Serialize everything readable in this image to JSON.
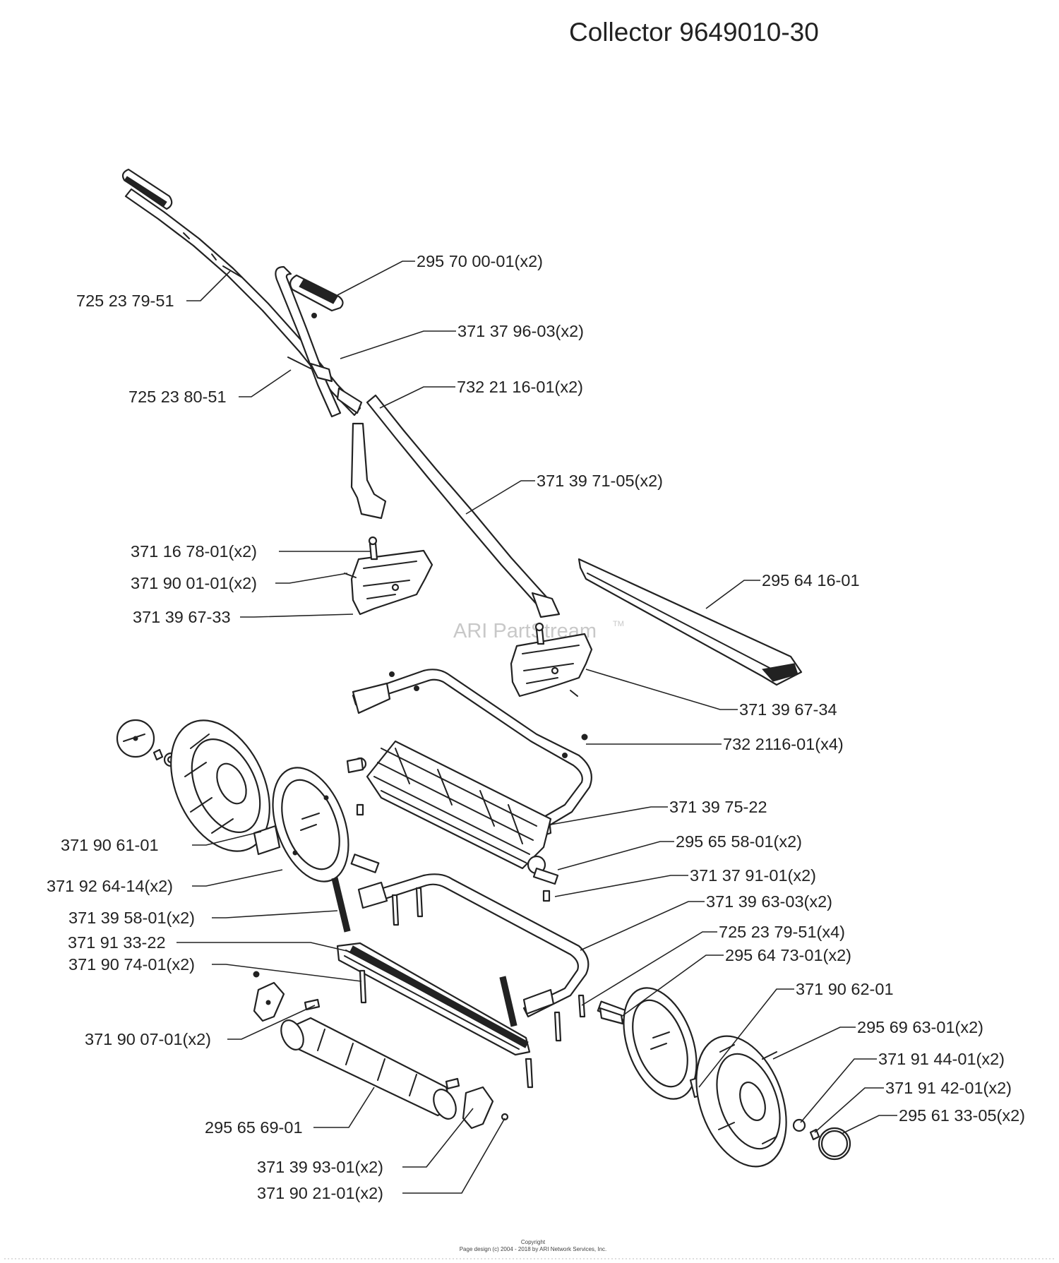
{
  "title": "Collector 9649010-30",
  "watermark": "ARI PartStream",
  "watermark_tm": "TM",
  "copyright_line1": "Copyright",
  "copyright_line2": "Page design (c) 2004 - 2018 by ARI Network Services, Inc.",
  "labels": [
    "295 70 00-01(x2)",
    "725 23 79-51",
    "371 37 96-03(x2)",
    "725 23 80-51",
    "732 21 16-01(x2)",
    "371 39 71-05(x2)",
    "371 16 78-01(x2)",
    "371 90 01-01(x2)",
    "371 39 67-33",
    "295 64 16-01",
    "371 39 67-34",
    "732 2116-01(x4)",
    "371 39 75-22",
    "295 65 58-01(x2)",
    "371 90 61-01",
    "371 92 64-14(x2)",
    "371 37 91-01(x2)",
    "371 39 63-03(x2)",
    "371 39 58-01(x2)",
    "725 23 79-51(x4)",
    "371 91 33-22",
    "295 64 73-01(x2)",
    "371 90 74-01(x2)",
    "371 90 62-01",
    "295 69 63-01(x2)",
    "371 90 07-01(x2)",
    "371 91 44-01(x2)",
    "371 91 42-01(x2)",
    "295 61 33-05(x2)",
    "295 65 69-01",
    "371 39 93-01(x2)",
    "371 90 21-01(x2)"
  ]
}
